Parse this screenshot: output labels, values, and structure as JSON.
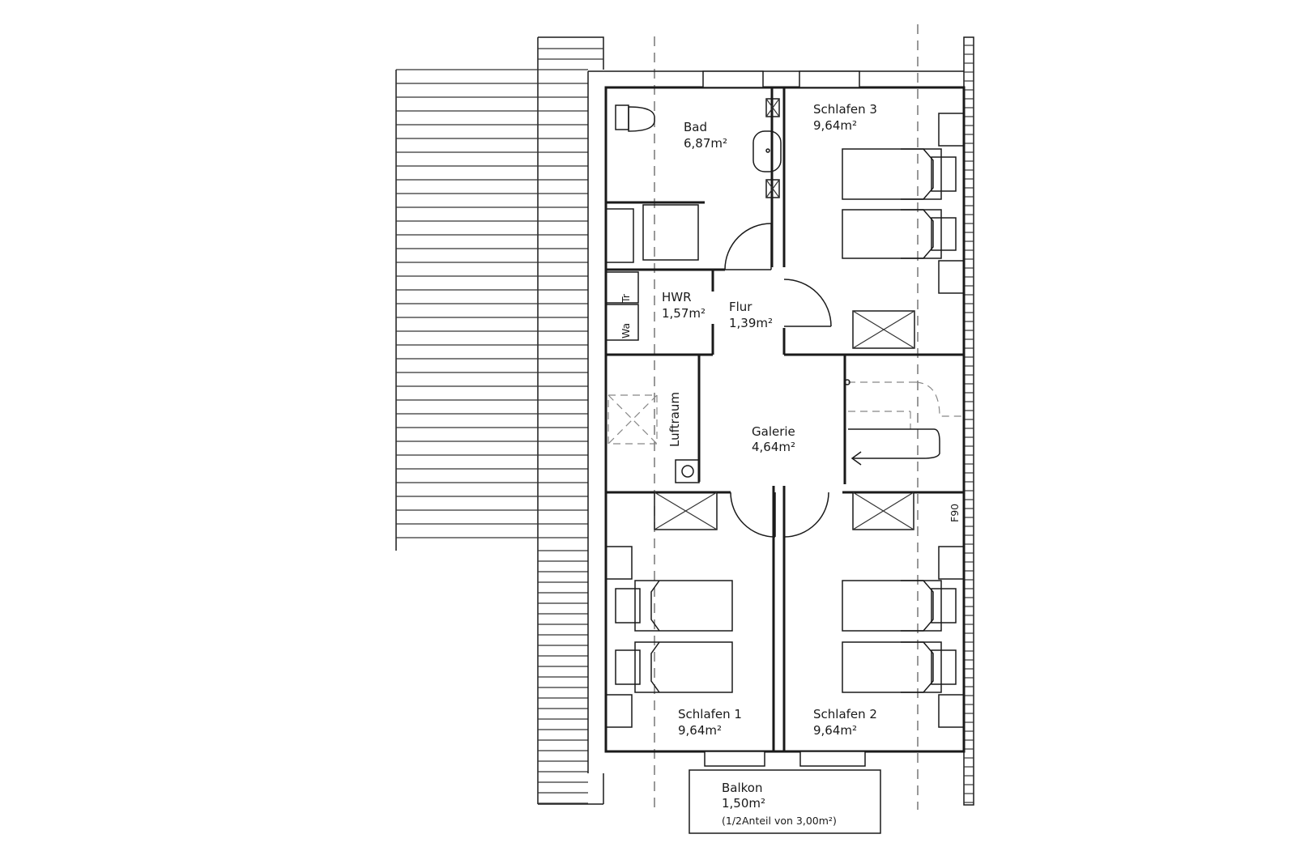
{
  "rooms": {
    "bad": {
      "name": "Bad",
      "area": "6,87m²"
    },
    "schlafen3": {
      "name": "Schlafen 3",
      "area": "9,64m²"
    },
    "hwr": {
      "name": "HWR",
      "area": "1,57m²"
    },
    "flur": {
      "name": "Flur",
      "area": "1,39m²"
    },
    "galerie": {
      "name": "Galerie",
      "area": "4,64m²"
    },
    "schlafen1": {
      "name": "Schlafen 1",
      "area": "9,64m²"
    },
    "schlafen2": {
      "name": "Schlafen 2",
      "area": "9,64m²"
    },
    "balkon": {
      "name": "Balkon",
      "area": "1,50m²",
      "note": "(1/2Anteil von 3,00m²)"
    }
  },
  "labels": {
    "luftraum": "Luftraum",
    "tr": "Tr",
    "wa": "Wa",
    "f90": "F90"
  }
}
